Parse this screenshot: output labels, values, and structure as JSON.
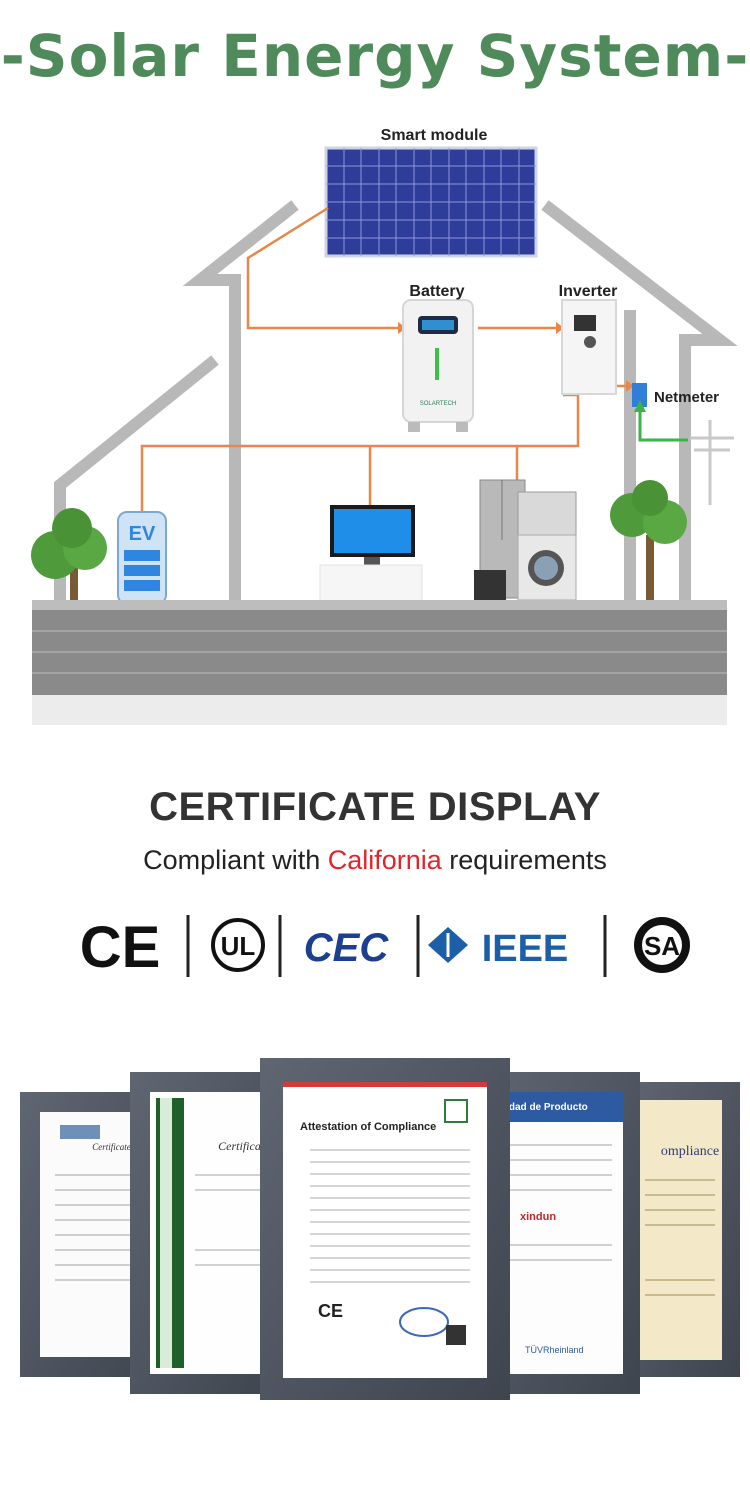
{
  "title": "-Solar Energy System-",
  "diagram": {
    "smart_module": "Smart module",
    "battery": "Battery",
    "inverter": "Inverter",
    "netmeter": "Netmeter",
    "ev": "EV",
    "battery_brand": "SOLARTECH"
  },
  "certificates": {
    "heading": "CERTIFICATE DISPLAY",
    "subtitle_prefix": "Compliant with ",
    "subtitle_highlight": "California",
    "subtitle_suffix": " requirements",
    "logos": [
      "CE",
      "UL",
      "CEC",
      "IEEE",
      "SA"
    ],
    "documents": {
      "attestation": "Attestation of Compliance",
      "certificate": "Certificate of",
      "conformity": "nidad de Producto",
      "compliance": "ompliance",
      "xindun": "xindun",
      "tuv": "TÜVRheinland"
    }
  },
  "colors": {
    "title_green": "#4f8a5b",
    "wire_orange": "#e8874a",
    "wall_gray": "#8a8a8a",
    "highlight_red": "#e0262b",
    "cec_blue": "#1d3f8f",
    "ieee_blue": "#1c5fa8"
  }
}
